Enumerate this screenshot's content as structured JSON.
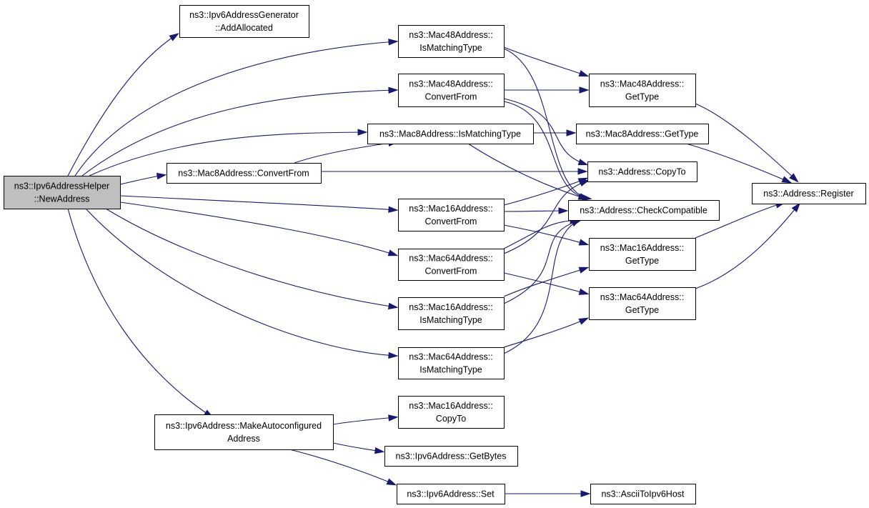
{
  "colors": {
    "edge": "#191970",
    "root_fill": "#bfbfbf",
    "node_fill": "#ffffff",
    "node_border": "#000000"
  },
  "nodes": [
    {
      "id": "root",
      "lines": [
        "ns3::Ipv6AddressHelper",
        "::NewAddress"
      ],
      "root": true
    },
    {
      "id": "gen_addalloc",
      "lines": [
        "ns3::Ipv6AddressGenerator",
        "::AddAllocated"
      ]
    },
    {
      "id": "mac48_ismatch",
      "lines": [
        "ns3::Mac48Address::",
        "IsMatchingType"
      ]
    },
    {
      "id": "mac48_convert",
      "lines": [
        "ns3::Mac48Address::",
        "ConvertFrom"
      ]
    },
    {
      "id": "mac8_ismatch",
      "lines": [
        "ns3::Mac8Address::IsMatchingType"
      ]
    },
    {
      "id": "mac8_convert",
      "lines": [
        "ns3::Mac8Address::ConvertFrom"
      ]
    },
    {
      "id": "mac16_convert",
      "lines": [
        "ns3::Mac16Address::",
        "ConvertFrom"
      ]
    },
    {
      "id": "mac64_convert",
      "lines": [
        "ns3::Mac64Address::",
        "ConvertFrom"
      ]
    },
    {
      "id": "mac16_ismatch",
      "lines": [
        "ns3::Mac16Address::",
        "IsMatchingType"
      ]
    },
    {
      "id": "mac64_ismatch",
      "lines": [
        "ns3::Mac64Address::",
        "IsMatchingType"
      ]
    },
    {
      "id": "ipv6_makeauto",
      "lines": [
        "ns3::Ipv6Address::MakeAutoconfigured",
        "Address"
      ]
    },
    {
      "id": "mac16_copyto",
      "lines": [
        "ns3::Mac16Address::",
        "CopyTo"
      ]
    },
    {
      "id": "ipv6_getbytes",
      "lines": [
        "ns3::Ipv6Address::GetBytes"
      ]
    },
    {
      "id": "ipv6_set",
      "lines": [
        "ns3::Ipv6Address::Set"
      ]
    },
    {
      "id": "mac48_gettype",
      "lines": [
        "ns3::Mac48Address::",
        "GetType"
      ]
    },
    {
      "id": "mac8_gettype",
      "lines": [
        "ns3::Mac8Address::GetType"
      ]
    },
    {
      "id": "addr_copyto",
      "lines": [
        "ns3::Address::CopyTo"
      ]
    },
    {
      "id": "addr_checkcompat",
      "lines": [
        "ns3::Address::CheckCompatible"
      ]
    },
    {
      "id": "mac16_gettype",
      "lines": [
        "ns3::Mac16Address::",
        "GetType"
      ]
    },
    {
      "id": "mac64_gettype",
      "lines": [
        "ns3::Mac64Address::",
        "GetType"
      ]
    },
    {
      "id": "ascii_toipv6host",
      "lines": [
        "ns3::AsciiToIpv6Host"
      ]
    },
    {
      "id": "addr_register",
      "lines": [
        "ns3::Address::Register"
      ]
    }
  ],
  "edges": [
    [
      "root",
      "gen_addalloc"
    ],
    [
      "root",
      "mac48_ismatch"
    ],
    [
      "root",
      "mac48_convert"
    ],
    [
      "root",
      "mac8_ismatch"
    ],
    [
      "root",
      "mac8_convert"
    ],
    [
      "root",
      "mac16_convert"
    ],
    [
      "root",
      "mac64_convert"
    ],
    [
      "root",
      "mac16_ismatch"
    ],
    [
      "root",
      "mac64_ismatch"
    ],
    [
      "root",
      "ipv6_makeauto"
    ],
    [
      "mac48_ismatch",
      "mac48_gettype"
    ],
    [
      "mac48_ismatch",
      "addr_checkcompat"
    ],
    [
      "mac48_convert",
      "mac48_gettype"
    ],
    [
      "mac48_convert",
      "addr_copyto"
    ],
    [
      "mac48_convert",
      "addr_checkcompat"
    ],
    [
      "mac8_ismatch",
      "mac8_gettype"
    ],
    [
      "mac8_ismatch",
      "addr_checkcompat"
    ],
    [
      "mac8_convert",
      "mac8_ismatch"
    ],
    [
      "mac8_convert",
      "addr_copyto"
    ],
    [
      "mac16_convert",
      "addr_copyto"
    ],
    [
      "mac16_convert",
      "addr_checkcompat"
    ],
    [
      "mac16_convert",
      "mac16_gettype"
    ],
    [
      "mac64_convert",
      "addr_copyto"
    ],
    [
      "mac64_convert",
      "addr_checkcompat"
    ],
    [
      "mac64_convert",
      "mac64_gettype"
    ],
    [
      "mac16_ismatch",
      "addr_checkcompat"
    ],
    [
      "mac16_ismatch",
      "mac16_gettype"
    ],
    [
      "mac64_ismatch",
      "addr_checkcompat"
    ],
    [
      "mac64_ismatch",
      "mac64_gettype"
    ],
    [
      "ipv6_makeauto",
      "mac16_copyto"
    ],
    [
      "ipv6_makeauto",
      "ipv6_getbytes"
    ],
    [
      "ipv6_makeauto",
      "ipv6_set"
    ],
    [
      "ipv6_set",
      "ascii_toipv6host"
    ],
    [
      "mac48_gettype",
      "addr_register"
    ],
    [
      "mac8_gettype",
      "addr_register"
    ],
    [
      "mac16_gettype",
      "addr_register"
    ],
    [
      "mac64_gettype",
      "addr_register"
    ]
  ]
}
